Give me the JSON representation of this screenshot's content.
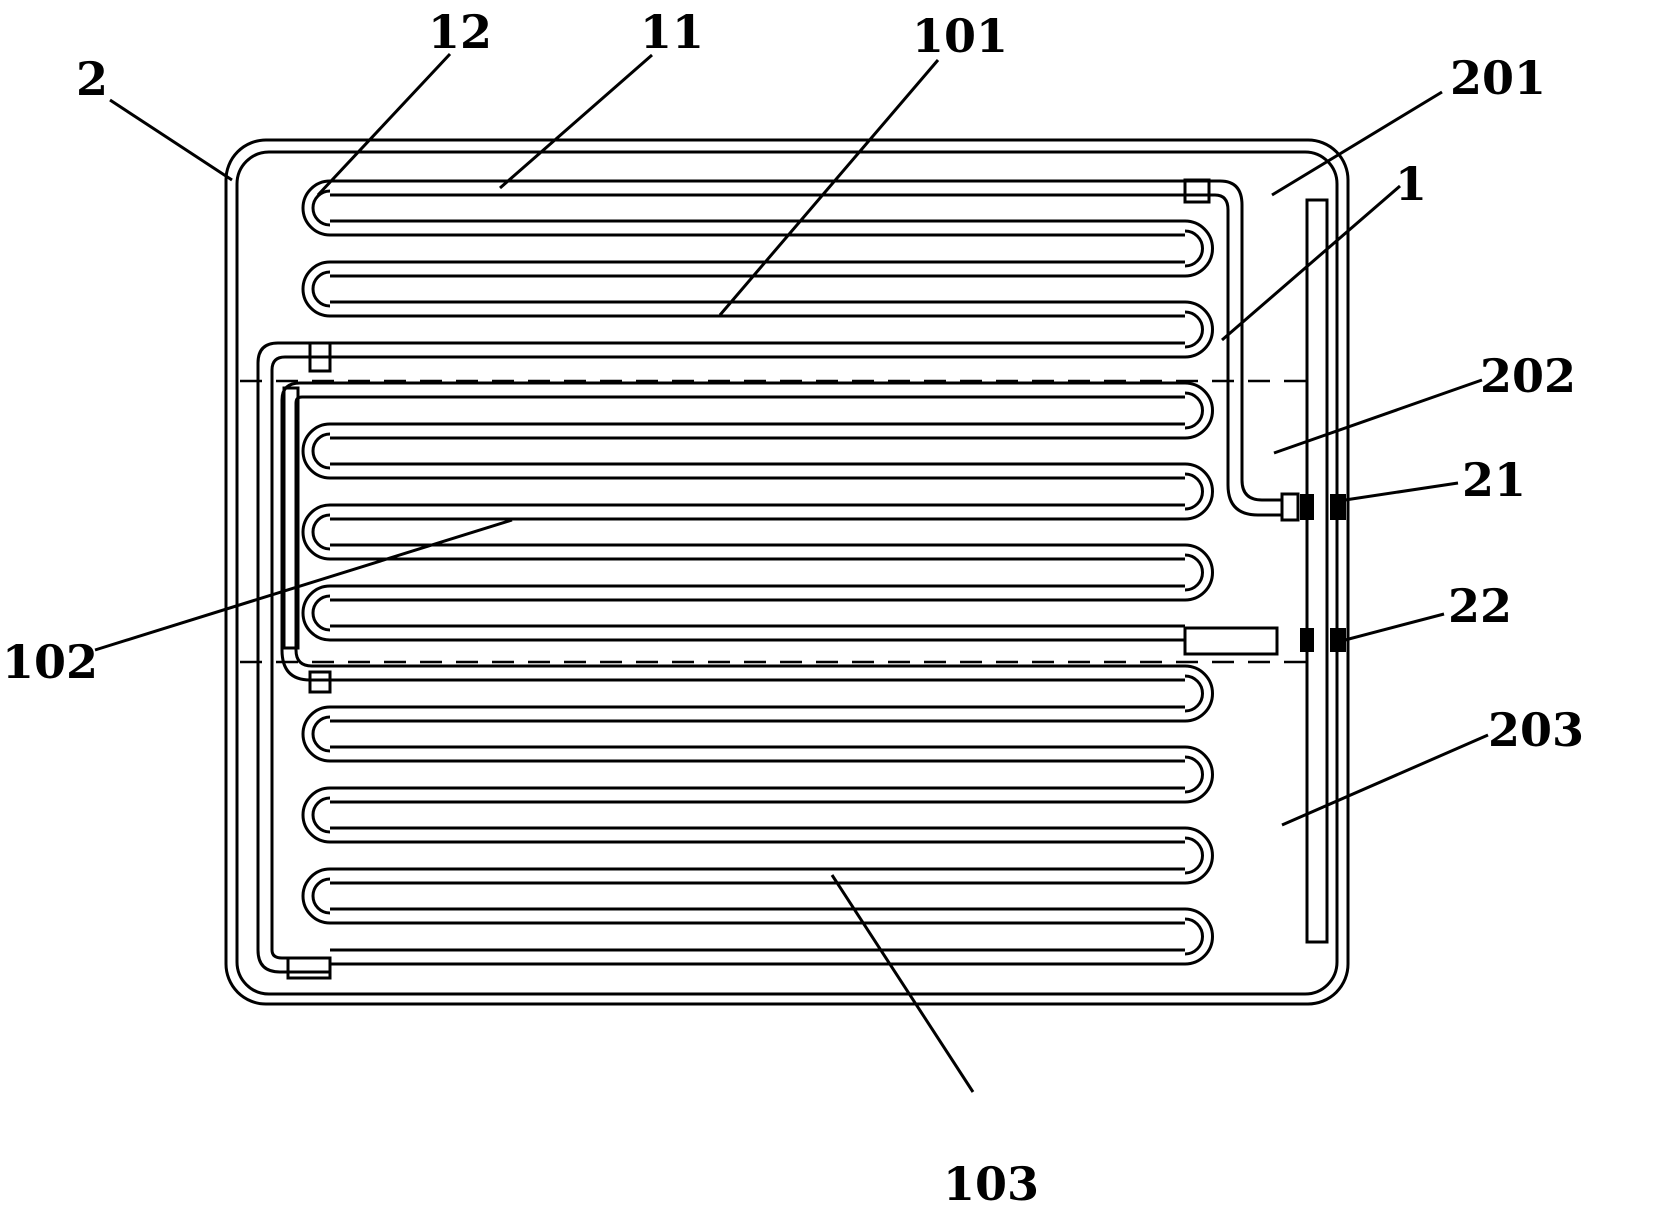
{
  "labels": {
    "housing": "2",
    "bend": "12",
    "tube": "11",
    "section_upper": "101",
    "section_middle": "102",
    "section_lower": "103",
    "zone_upper": "201",
    "zone_middle": "202",
    "zone_lower": "203",
    "coil": "1",
    "port_upper": "21",
    "port_lower": "22"
  },
  "colors": {
    "ink": "#000000",
    "background": "#ffffff"
  }
}
